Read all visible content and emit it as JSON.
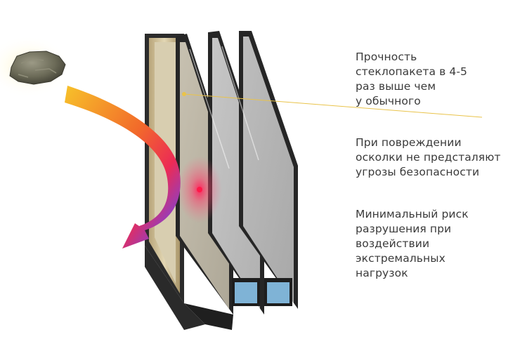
{
  "captions": [
    {
      "lines": [
        "Прочность",
        "стеклопакета в 4-5",
        "раз выше чем",
        "у обычного"
      ]
    },
    {
      "lines": [
        "При повреждении",
        "осколки не предсталяют",
        "угрозы безопасности"
      ]
    },
    {
      "lines": [
        "Минимальный риск",
        "разрушения при",
        "воздействии",
        "экстремальных",
        "нагрузок"
      ]
    }
  ],
  "colors": {
    "text": "#3a3a3a",
    "leader_line": "#e9c34a",
    "frame": "#2b2b2b",
    "arrow_start": "#f7b21f",
    "arrow_mid": "#ee2a4a",
    "arrow_end": "#3e67d8",
    "desiccant": "#7fb3d6"
  },
  "icons": [
    "rock-icon",
    "impact-arrow-icon"
  ]
}
